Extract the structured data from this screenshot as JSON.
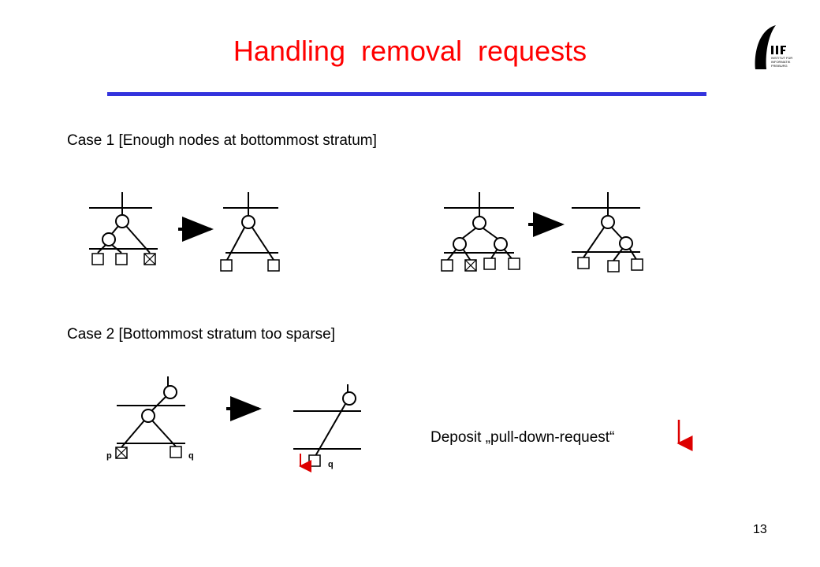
{
  "title": "Handling  removal  requests",
  "logo": {
    "icon": "iif-freiburg-logo-icon",
    "text_lines": [
      "INSTITUT FÜR",
      "INFORMATIK",
      "FREIBURG"
    ],
    "letters": "I I F"
  },
  "case1_label": "Case 1 [Enough nodes at bottommost stratum]",
  "case2_label": "Case 2 [Bottommost stratum too sparse]",
  "node_labels": {
    "p": "p",
    "q": "q",
    "q2": "q"
  },
  "deposit_text": "Deposit „pull-down-request“",
  "page_number": "13",
  "colors": {
    "title": "#ff0000",
    "rule": "#3333dd",
    "request_arrow": "#dd0000"
  },
  "icons": {
    "transition_arrow": "right-arrow-icon",
    "pull_down": "down-arrow-icon",
    "removed_node": "crossed-box-icon"
  }
}
